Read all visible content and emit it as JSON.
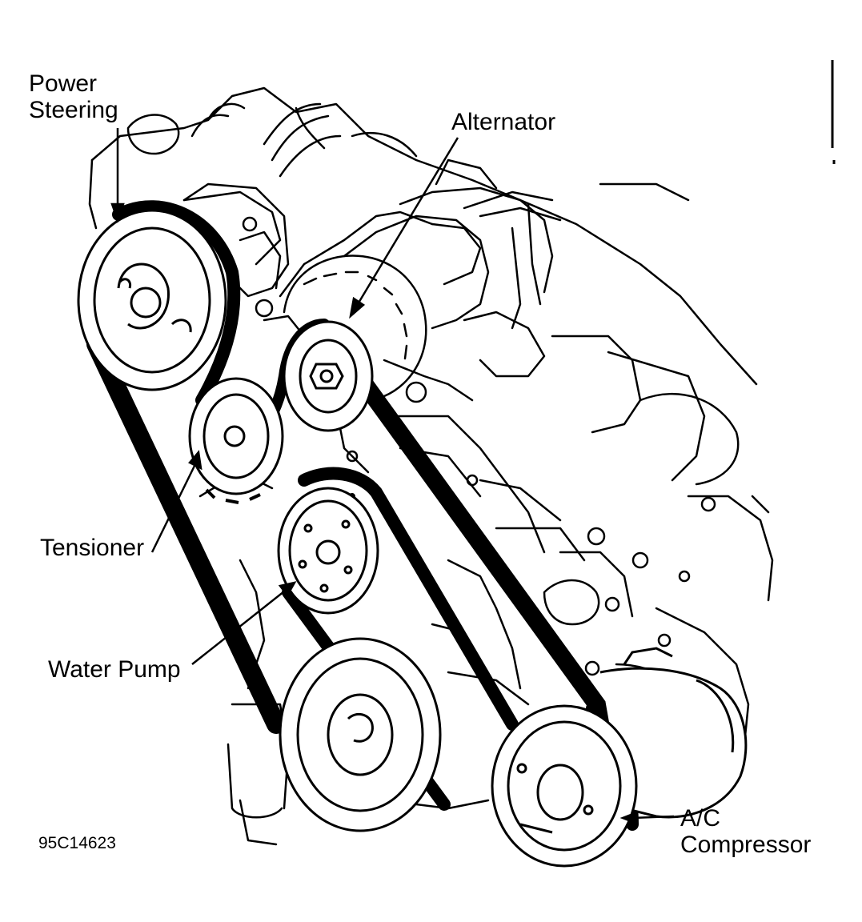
{
  "labels": {
    "power_steering": [
      "Power",
      "Steering"
    ],
    "alternator": "Alternator",
    "tensioner": "Tensioner",
    "water_pump": "Water Pump",
    "ac_compressor": [
      "A/C",
      "Compressor"
    ]
  },
  "figure_code": "95C14623",
  "colors": {
    "ink": "#000000",
    "paper": "#ffffff"
  }
}
